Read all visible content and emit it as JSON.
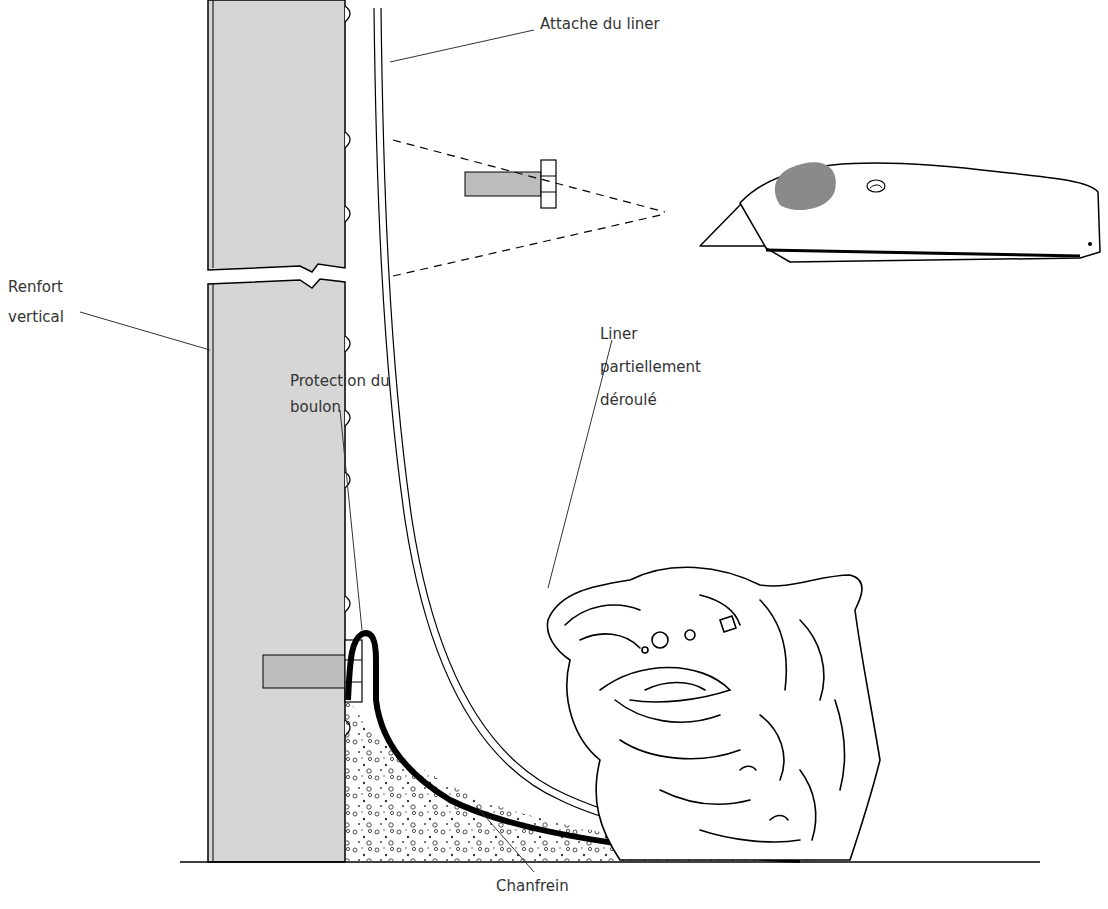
{
  "diagram": {
    "labels": [
      "Attache du liner",
      "Renfort vertical",
      "Protection du boulon",
      "Liner partiellement déroulé",
      "Chanfrein"
    ]
  }
}
